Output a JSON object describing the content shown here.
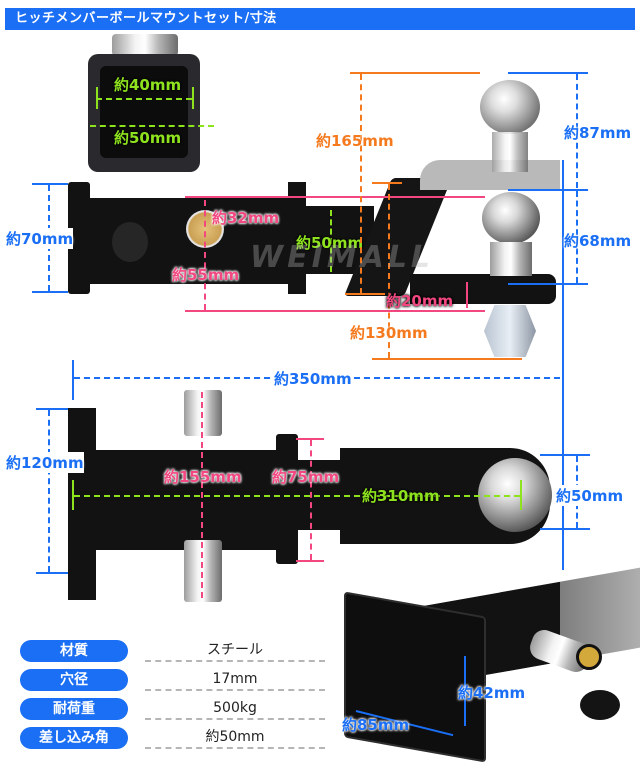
{
  "title": "ヒッチメンバーボールマウントセット/寸法",
  "watermark": "WEIMALL",
  "dimensions": {
    "receiver_inner": "約40mm",
    "receiver_outer": "約50mm",
    "mount_height_total": "約165mm",
    "ball_upper_height": "約87mm",
    "ball_lower_height": "約68mm",
    "plate_height": "約70mm",
    "pin_hole": "約32mm",
    "pin_offset": "約55mm",
    "shank_height": "約50mm",
    "platform_thickness": "約20mm",
    "drop_height": "約130mm",
    "total_length": "約350mm",
    "plate_width": "約120mm",
    "pin_length": "約155mm",
    "collar_width": "約75mm",
    "shank_length": "約310mm",
    "ball_diameter": "約50mm",
    "bolt_hole_vertical": "約42mm",
    "bolt_hole_horizontal": "約85mm"
  },
  "specs": [
    {
      "label": "材質",
      "value": "スチール"
    },
    {
      "label": "穴径",
      "value": "17mm"
    },
    {
      "label": "耐荷重",
      "value": "500kg"
    },
    {
      "label": "差し込み角",
      "value": "約50mm"
    }
  ],
  "colors": {
    "accent_blue": "#1a6ff5",
    "pink": "#f2477f",
    "green": "#8ee31e",
    "orange": "#f57a1e"
  }
}
